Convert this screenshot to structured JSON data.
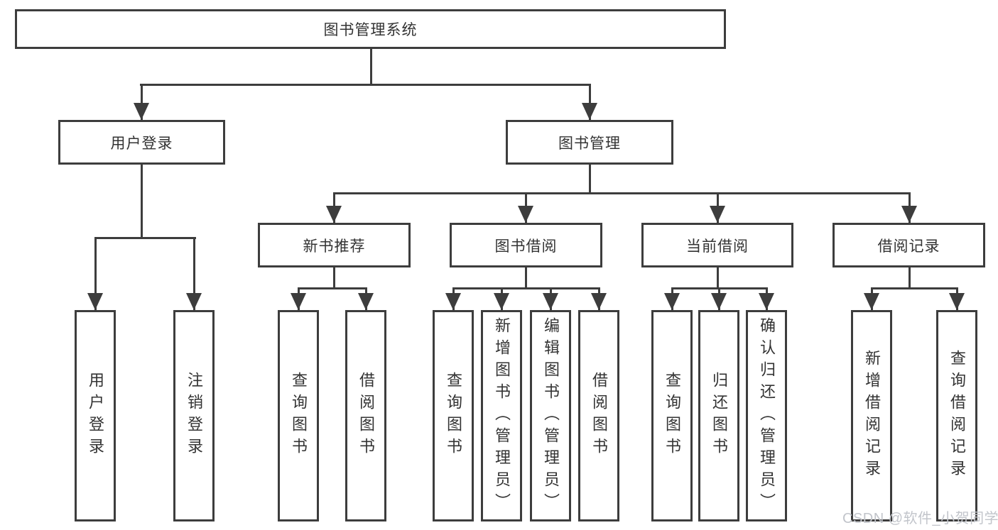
{
  "diagram": {
    "root": {
      "label": "图书管理系统"
    },
    "level2": [
      {
        "label": "用户登录"
      },
      {
        "label": "图书管理"
      }
    ],
    "level3": [
      {
        "label": "新书推荐"
      },
      {
        "label": "图书借阅"
      },
      {
        "label": "当前借阅"
      },
      {
        "label": "借阅记录"
      }
    ],
    "leaves": {
      "user": [
        "用户登录",
        "注销登录"
      ],
      "newbook": [
        "查询图书",
        "借阅图书"
      ],
      "borrow": [
        "查询图书",
        "新增图书（管理员）",
        "编辑图书（管理员）",
        "借阅图书"
      ],
      "current": [
        "查询图书",
        "归还图书",
        "确认归还（管理员）"
      ],
      "records": [
        "新增借阅记录",
        "查询借阅记录"
      ]
    }
  },
  "watermark": {
    "text": "CSDN @软件_小贺同学"
  },
  "colors": {
    "line": "#3d3d3d",
    "text": "#333333",
    "watermark": "#c2c5cb",
    "background": "#ffffff"
  }
}
